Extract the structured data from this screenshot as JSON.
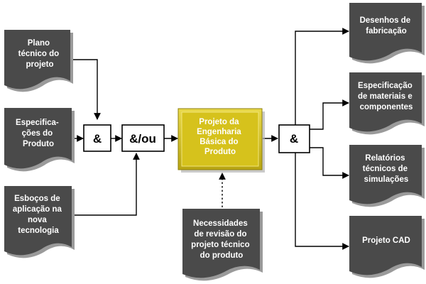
{
  "inputs": {
    "plano": [
      "Plano",
      "técnico do",
      "projeto"
    ],
    "especificacoes": [
      "Especifica-",
      "ções do",
      "Produto"
    ],
    "esbocos": [
      "Esboços de",
      "aplicação na",
      "nova",
      "tecnologia"
    ]
  },
  "gates": {
    "and1": "&",
    "and_or": "&/ou",
    "and2": "&"
  },
  "process": {
    "label": [
      "Projeto da",
      "Engenharia",
      "Básica do",
      "Produto"
    ],
    "color": "#d6c21c"
  },
  "control": {
    "necessidades": [
      "Necessidades",
      "de revisão do",
      "projeto técnico",
      "do produto"
    ]
  },
  "outputs": {
    "desenhos": [
      "Desenhos de",
      "fabricação"
    ],
    "especificacao": [
      "Especificação",
      "de materiais e",
      "componentes"
    ],
    "relatorios": [
      "Relatórios",
      "técnicos de",
      "simulações"
    ],
    "cad": [
      "Projeto CAD"
    ]
  },
  "colors": {
    "document_fill": "#4a4a4a",
    "document_shadow": "#9a9a9a",
    "line": "#000000"
  }
}
